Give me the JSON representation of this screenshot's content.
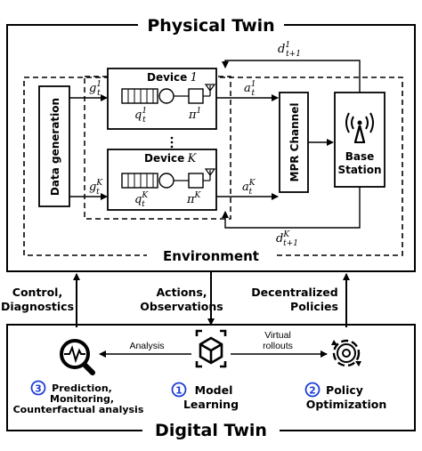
{
  "physical_twin": {
    "title": "Physical Twin",
    "environment_label": "Environment",
    "data_generation": "Data generation",
    "device_1": {
      "label": "Device",
      "index": "1",
      "g": "g",
      "g_sup": "1",
      "a": "a",
      "a_sup": "1",
      "q": "q",
      "q_sup": "1",
      "pi": "π",
      "pi_sup": "1"
    },
    "device_k": {
      "label": "Device",
      "index": "K",
      "g": "g",
      "g_sup": "K",
      "a": "a",
      "a_sup": "K",
      "q": "q",
      "q_sup": "K",
      "pi": "π",
      "pi_sup": "K"
    },
    "sub_t": "t",
    "sub_t1": "t+1",
    "d1": {
      "base": "d",
      "sup": "1"
    },
    "dk": {
      "base": "d",
      "sup": "K"
    },
    "mpr_channel": "MPR Channel",
    "base_station": [
      "Base",
      "Station"
    ]
  },
  "interface": {
    "left": [
      "Control,",
      "Diagnostics"
    ],
    "center": [
      "Actions,",
      "Observations"
    ],
    "right": [
      "Decentralized",
      "Policies"
    ]
  },
  "digital_twin": {
    "title": "Digital Twin",
    "analysis_label": "Analysis",
    "virtual_rollouts": [
      "Virtual",
      "rollouts"
    ],
    "model": {
      "number": "1",
      "lines": [
        "Model",
        "Learning"
      ]
    },
    "policy": {
      "number": "2",
      "lines": [
        "Policy",
        "Optimization"
      ]
    },
    "prediction": {
      "number": "3",
      "lines": [
        "Prediction,",
        "Monitoring,",
        "Counterfactual analysis"
      ]
    }
  },
  "colors": {
    "badge": "#1f3fd8",
    "stroke": "#000000",
    "background": "#ffffff"
  },
  "icons": [
    "magnifier-pulse-icon",
    "cube-icon",
    "gear-cycle-icon",
    "antenna-tower-icon"
  ]
}
